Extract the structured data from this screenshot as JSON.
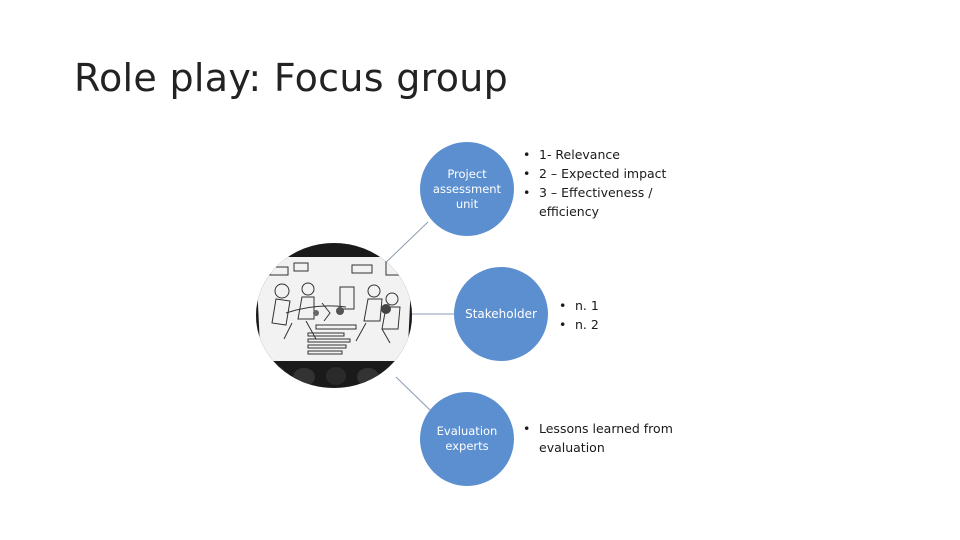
{
  "slide": {
    "title": "Role play: Focus group"
  },
  "nodes": [
    {
      "label": "Project\nassessment\nunit"
    },
    {
      "label": "Stakeholder"
    },
    {
      "label": "Evaluation\nexperts"
    }
  ],
  "bullets": {
    "group1": [
      "1- Relevance",
      "2 – Expected impact",
      "3 – Effectiveness / efficiency"
    ],
    "group2": [
      "n. 1",
      "n. 2"
    ],
    "group3": [
      "Lessons learned from evaluation"
    ]
  },
  "colors": {
    "node_fill": "#5b8fd0",
    "connector": "#8a9bb0",
    "title_text": "#222222"
  }
}
